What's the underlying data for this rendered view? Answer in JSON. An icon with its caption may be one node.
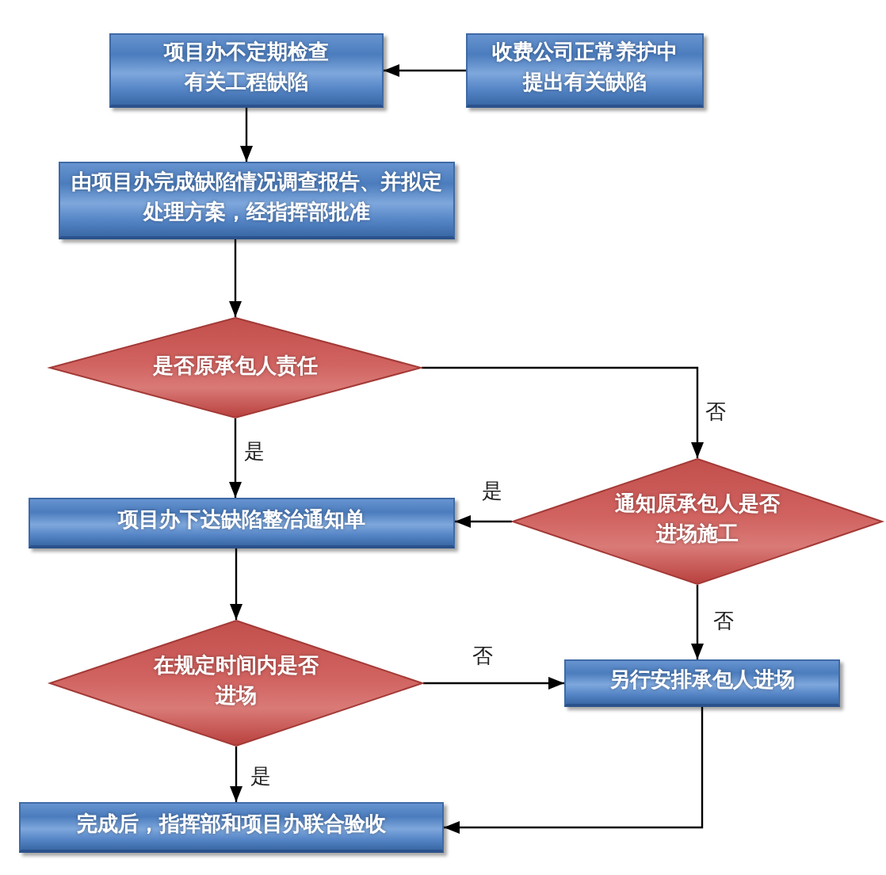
{
  "diagram": {
    "nodes": [
      {
        "text": [
          "项目办不定期检查有关工程缺陷"
        ]
      },
      {
        "text": [
          "收费公司正常养护中提出有关缺陷"
        ]
      },
      {
        "text": [
          "由项目办完成缺陷情况调查报告、并拟定处理方案，经指挥部批准"
        ]
      },
      {
        "text": [
          "是否原承包人责任"
        ]
      },
      {
        "text": [
          "项目办下达缺陷整治通知单"
        ]
      },
      {
        "text": [
          "通知原承包人是否进场施工"
        ]
      },
      {
        "text": [
          "在规定时间内是否进场"
        ]
      },
      {
        "text": [
          "另行安排承包人进场"
        ]
      },
      {
        "text": [
          "完成后，指挥部和项目办联合验收"
        ]
      }
    ],
    "edges": [
      {
        "from": 1,
        "to": 0,
        "arrow": "to"
      },
      {
        "from": 0,
        "to": 2,
        "arrow": "to"
      },
      {
        "from": 2,
        "to": 3,
        "arrow": "to"
      },
      {
        "from": 3,
        "to": 5,
        "arrow": "to",
        "label": "否"
      },
      {
        "from": 3,
        "to": 4,
        "arrow": "to",
        "label": "是"
      },
      {
        "from": 5,
        "to": 4,
        "arrow": "to",
        "label": "是"
      },
      {
        "from": 4,
        "to": 6,
        "arrow": "to"
      },
      {
        "from": 5,
        "to": 7,
        "arrow": "to",
        "label": "否"
      },
      {
        "from": 6,
        "to": 7,
        "arrow": "to",
        "label": "否"
      },
      {
        "from": 6,
        "to": 8,
        "arrow": "to",
        "label": "是"
      },
      {
        "from": 7,
        "to": 8,
        "arrow": "to"
      }
    ]
  }
}
